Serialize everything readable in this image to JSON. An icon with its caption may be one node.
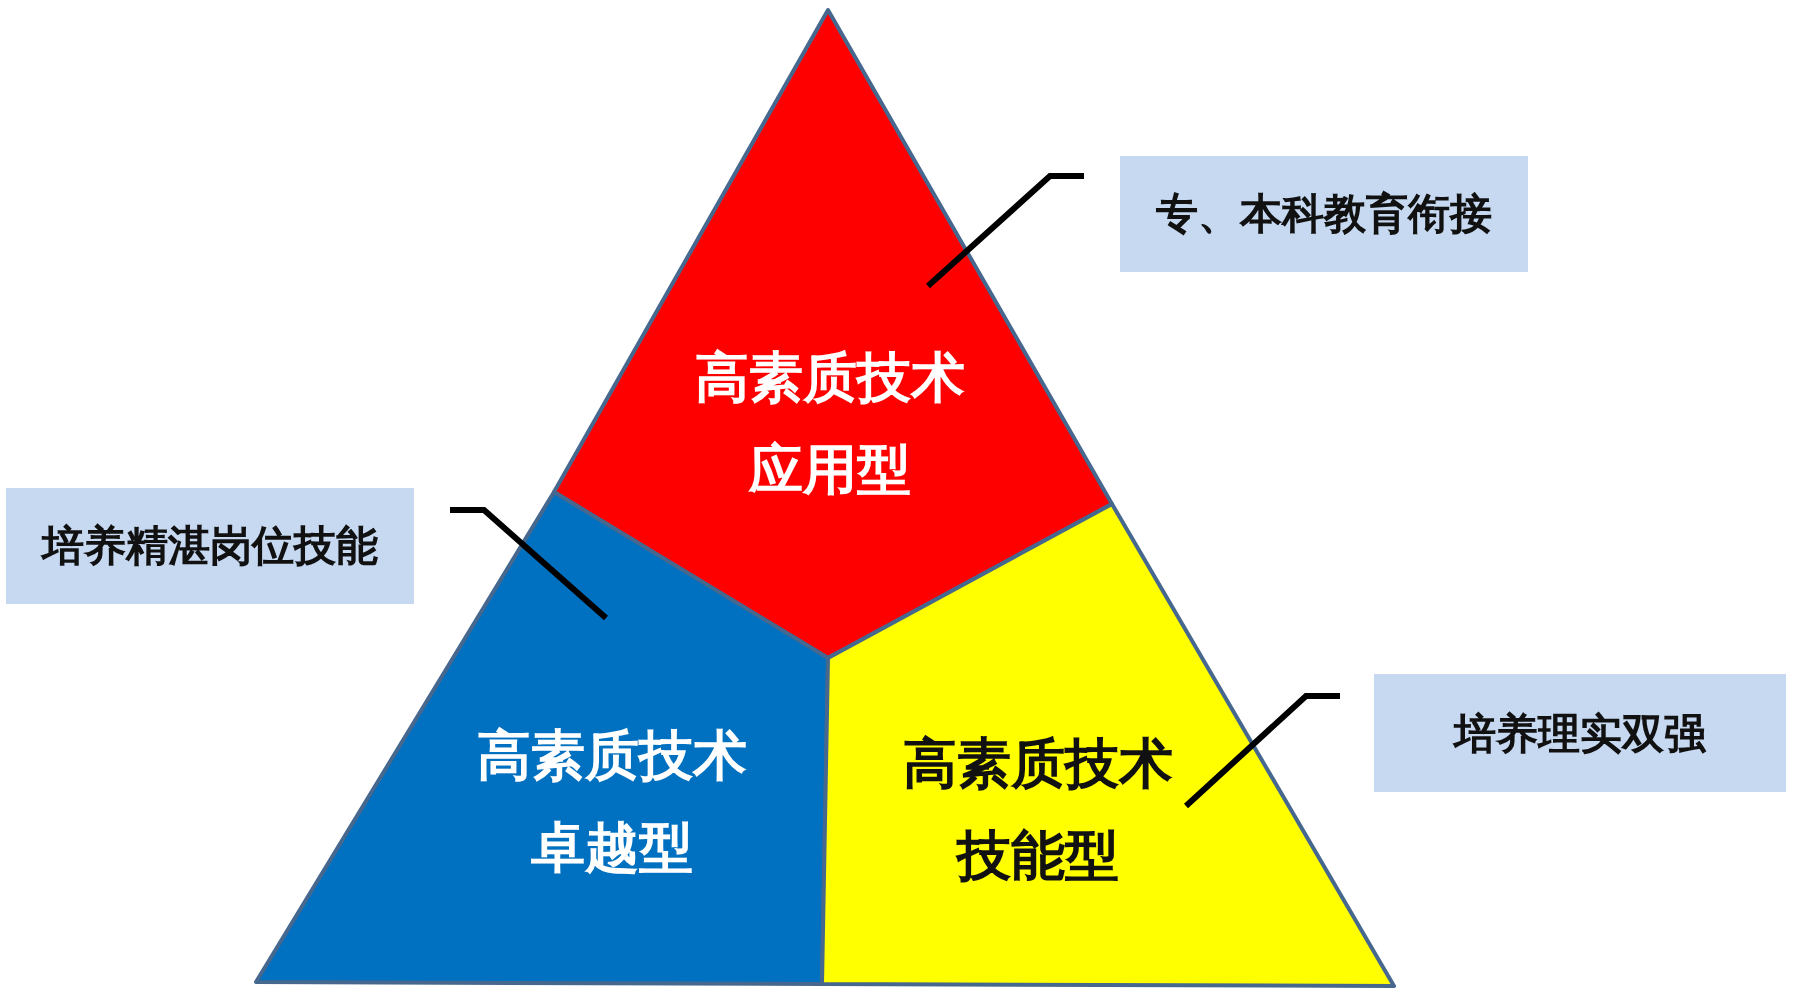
{
  "diagram": {
    "nodes": [
      {
        "text": [
          "高素质技术应用型"
        ]
      },
      {
        "text": [
          "专、本科教育衔接"
        ]
      },
      {
        "text": [
          "培养精湛岗位技能"
        ]
      },
      {
        "text": [
          "高素质技术卓越型"
        ]
      },
      {
        "text": [
          "高素质技术技能型"
        ]
      },
      {
        "text": [
          "培养理实双强"
        ]
      }
    ],
    "edges": [
      {
        "from": 1,
        "to": 0,
        "arrow": "none"
      },
      {
        "from": 2,
        "to": 3,
        "arrow": "none"
      },
      {
        "from": 5,
        "to": 4,
        "arrow": "none"
      }
    ]
  }
}
